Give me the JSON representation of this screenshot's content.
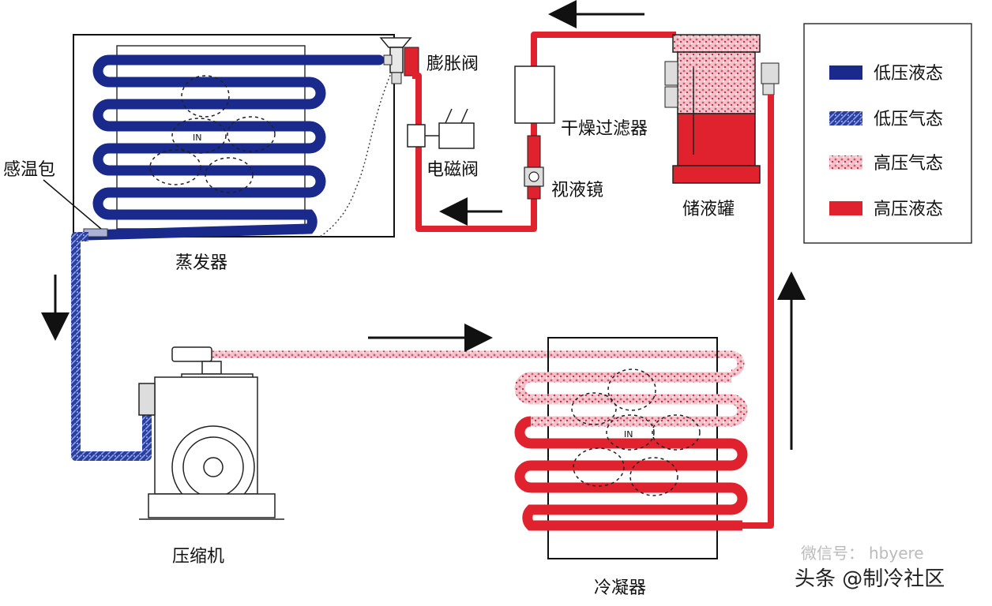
{
  "labels": {
    "expansion_valve": "膨胀阀",
    "filter_drier": "干燥过滤器",
    "solenoid_valve": "电磁阀",
    "sight_glass": "视液镜",
    "receiver": "储液罐",
    "sensing_bulb": "感温包",
    "evaporator": "蒸发器",
    "compressor": "压缩机",
    "condenser": "冷凝器"
  },
  "legend": {
    "items": [
      {
        "label": "低压液态"
      },
      {
        "label": "低压气态"
      },
      {
        "label": "高压气态"
      },
      {
        "label": "高压液态"
      }
    ]
  },
  "watermark": {
    "wechat": "微信号：",
    "wechat_id": "hbyere",
    "source": "头条 @制冷社区"
  },
  "colors": {
    "low_pressure_liquid": "#1a2a8c",
    "low_pressure_gas": "#1f3aa8",
    "high_pressure_gas": "#e8a6b4",
    "high_pressure_liquid": "#e0222e",
    "outline": "#111111"
  }
}
